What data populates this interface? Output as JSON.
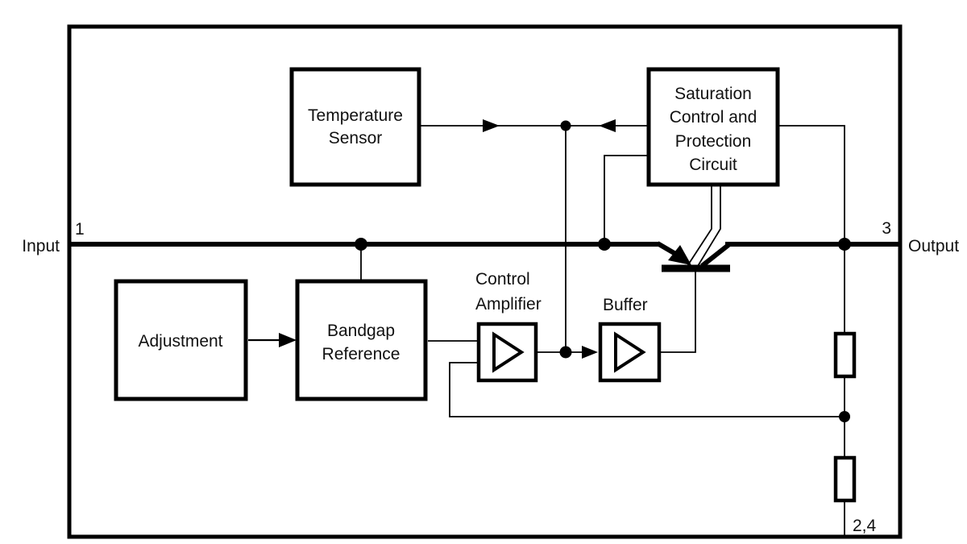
{
  "figure": {
    "background": "#ffffff",
    "line_color": "#000000",
    "labels": {
      "input": "Input",
      "pin_input": "1",
      "output": "Output",
      "pin_output": "3",
      "pin_ground": "2,4"
    },
    "blocks": {
      "temperature_sensor": [
        "Temperature",
        "Sensor"
      ],
      "saturation": [
        "Saturation",
        "Control and",
        "Protection",
        "Circuit"
      ],
      "adjustment": [
        "Adjustment"
      ],
      "bandgap_reference": [
        "Bandgap",
        "Reference"
      ],
      "control_amplifier": [
        "Control",
        "Amplifier"
      ],
      "buffer": [
        "Buffer"
      ]
    }
  }
}
